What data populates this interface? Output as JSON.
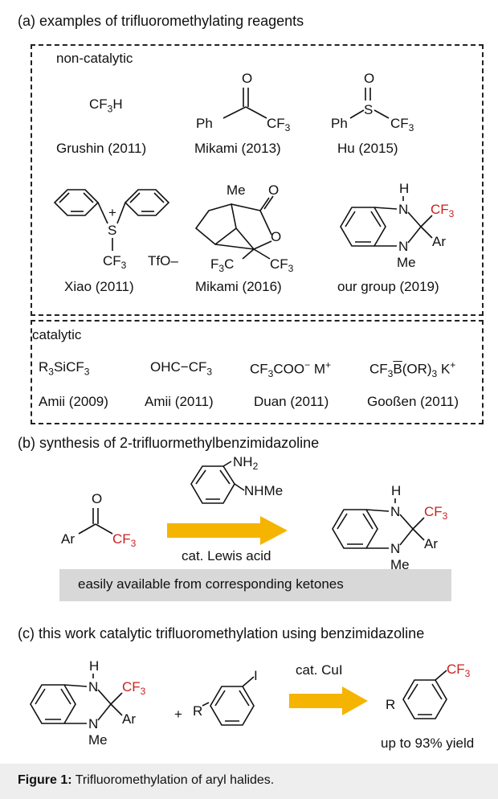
{
  "section_a": {
    "title": "(a) examples of trifluoromethylating reagents",
    "noncatalytic_label": "non-catalytic",
    "catalytic_label": "catalytic",
    "row1": [
      {
        "formula": "CF3H",
        "author": "Grushin (2011)"
      },
      {
        "author": "Mikami (2013)"
      },
      {
        "author": "Hu (2015)"
      }
    ],
    "row2": [
      {
        "author": "Xiao (2011)"
      },
      {
        "author": "Mikami (2016)"
      },
      {
        "author": "our group (2019)"
      }
    ],
    "catalytic": [
      {
        "formula": "R3SiCF3",
        "author": "Amii (2009)"
      },
      {
        "formula": "OHC−CF3",
        "author": "Amii (2011)"
      },
      {
        "formula": "CF3COO− M+",
        "author": "Duan (2011)"
      },
      {
        "formula": "CF3B(OR)3 K+",
        "author": "Gooßen (2011)"
      }
    ]
  },
  "section_b": {
    "title": "(b) synthesis of 2-trifluormethylbenzimidazoline",
    "condition": "cat. Lewis acid",
    "note": "easily available from corresponding ketones"
  },
  "section_c": {
    "title": "(c) this work catalytic trifluoromethylation using benzimidazoline",
    "condition": "cat. CuI",
    "yield": "up to 93% yield",
    "plus": "+"
  },
  "caption": {
    "label": "Figure 1:",
    "text": " Trifluoromethylation of aryl halides."
  },
  "colors": {
    "red": "#cc1f1f",
    "arrow": "#f5b400",
    "gray_bar": "#d8d8d8"
  }
}
